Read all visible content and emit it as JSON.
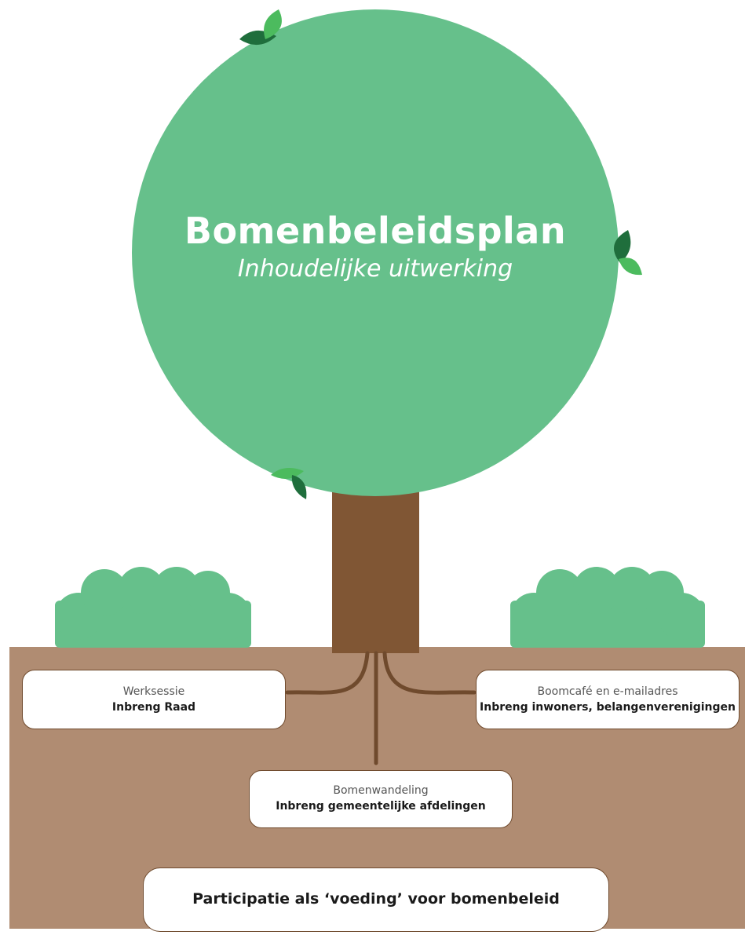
{
  "canopy": {
    "title": "Bomenbeleidsplan",
    "subtitle": "Inhoudelijke uitwerking"
  },
  "roots": [
    {
      "id": "werksessie",
      "label": "Werksessie",
      "value": "Inbreng Raad"
    },
    {
      "id": "boomcafe",
      "label": "Boomcafé en e-mailadres",
      "value": "Inbreng inwoners, belangenverenigingen"
    },
    {
      "id": "wandeling",
      "label": "Bomenwandeling",
      "value": "Inbreng gemeentelijke afdelingen"
    }
  ],
  "footer": {
    "text": "Participatie als ‘voeding’ voor bomenbeleid"
  },
  "colors": {
    "canopy": "#66c08b",
    "bush": "#66c08b",
    "trunk": "#805634",
    "ground": "#b08c72",
    "root": "#6f4a2d",
    "leaf_dark": "#1f6e3c",
    "leaf_light": "#4cbb5e"
  }
}
